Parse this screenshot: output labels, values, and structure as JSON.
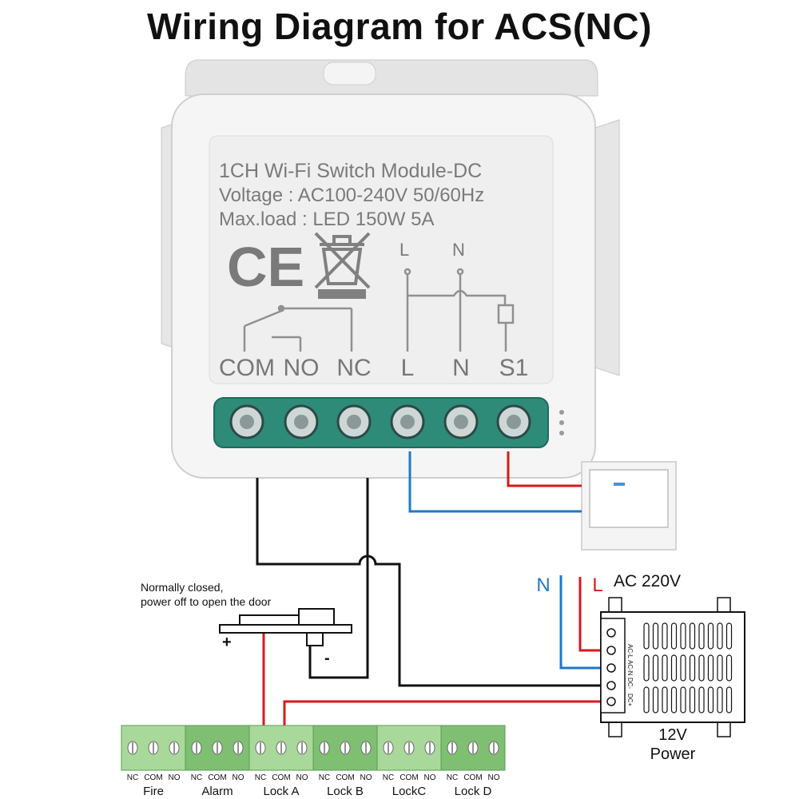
{
  "title": "Wiring Diagram for ACS(NC)",
  "module": {
    "line1": "1CH Wi-Fi Switch Module-DC",
    "line2": "Voltage : AC100-240V 50/60Hz",
    "line3": "Max.load : LED 150W 5A",
    "ce_mark": "CE",
    "schematic_l": "L",
    "schematic_n": "N",
    "terminals": [
      "COM",
      "NO",
      "NC",
      "L",
      "N",
      "S1"
    ]
  },
  "lock_note": {
    "line1": "Normally closed,",
    "line2": "power off to open the door",
    "plus": "+",
    "minus": "-"
  },
  "power_supply": {
    "input_n": "N",
    "input_l": "L",
    "input_label": "AC 220V",
    "terminals": [
      "AC-L",
      "AC-N",
      "DC-",
      "DC+"
    ],
    "caption_line1": "12V",
    "caption_line2": "Power"
  },
  "controller": {
    "blocks": [
      {
        "name": "Fire",
        "terminals": [
          "NC",
          "COM",
          "NO"
        ]
      },
      {
        "name": "Alarm",
        "terminals": [
          "NC",
          "COM",
          "NO"
        ]
      },
      {
        "name": "Lock A",
        "terminals": [
          "NC",
          "COM",
          "NO"
        ]
      },
      {
        "name": "Lock B",
        "terminals": [
          "NC",
          "COM",
          "NO"
        ]
      },
      {
        "name": "LockC",
        "terminals": [
          "NC",
          "COM",
          "NO"
        ]
      },
      {
        "name": "Lock D",
        "terminals": [
          "NC",
          "COM",
          "NO"
        ]
      }
    ]
  },
  "colors": {
    "wire_live": "#d7191c",
    "wire_neutral": "#1f78c8",
    "wire_black": "#111111",
    "terminal_green": "#2e8b78",
    "controller_green": "#9fd28f"
  }
}
